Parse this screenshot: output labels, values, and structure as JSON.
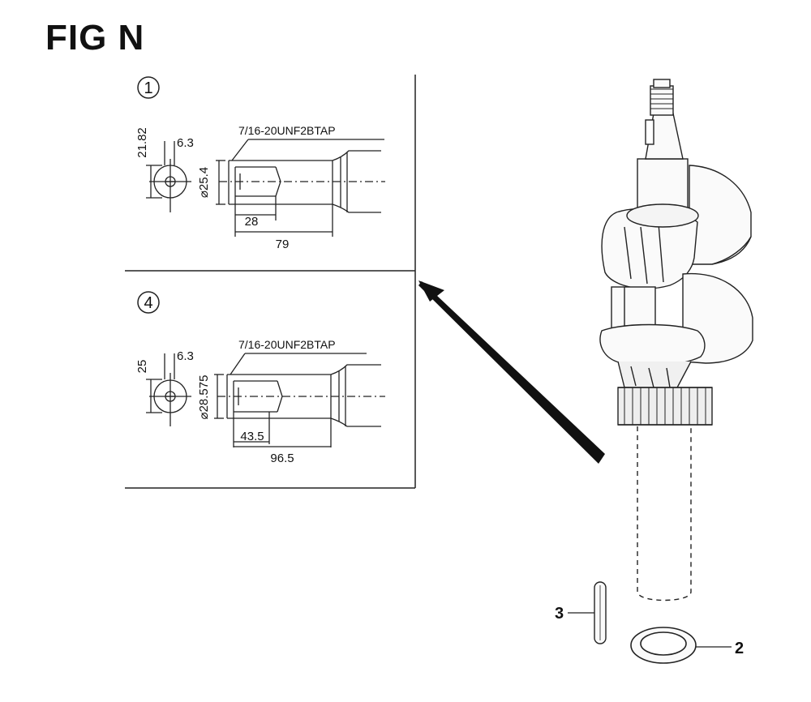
{
  "figure": {
    "title": "FIG N"
  },
  "detail_1": {
    "marker": "1",
    "dim_height": "21.82",
    "dim_key_width": "6.3",
    "dim_diameter": "⌀25.4",
    "tap_spec": "7/16-20UNF2BTAP",
    "dim_tap_depth": "28",
    "dim_length": "79"
  },
  "detail_4": {
    "marker": "4",
    "dim_height": "25",
    "dim_key_width": "6.3",
    "dim_diameter": "⌀28.575",
    "tap_spec": "7/16-20UNF2BTAP",
    "dim_tap_depth": "43.5",
    "dim_length": "96.5"
  },
  "callouts": [
    {
      "part": "3"
    },
    {
      "part": "2"
    }
  ]
}
